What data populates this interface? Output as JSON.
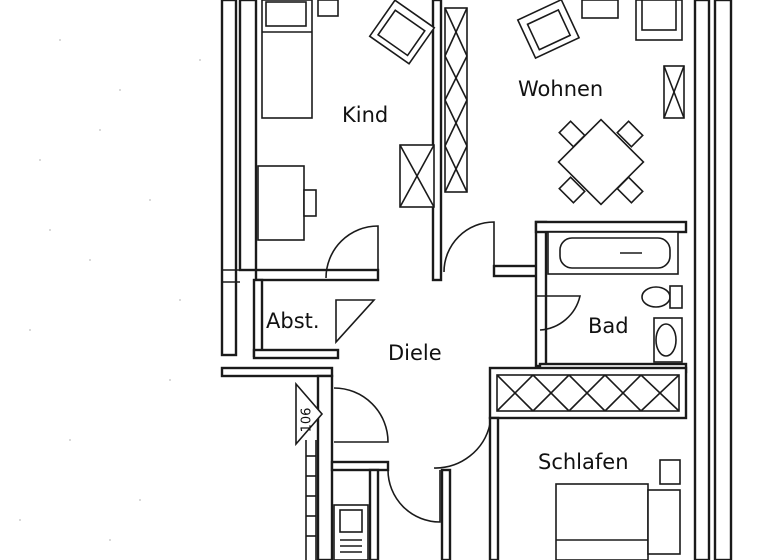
{
  "rooms": {
    "kind": "Kind",
    "wohnen": "Wohnen",
    "abst": "Abst.",
    "diele": "Diele",
    "bad": "Bad",
    "schlafen": "Schlafen"
  },
  "markers": {
    "stair_number": "106"
  }
}
